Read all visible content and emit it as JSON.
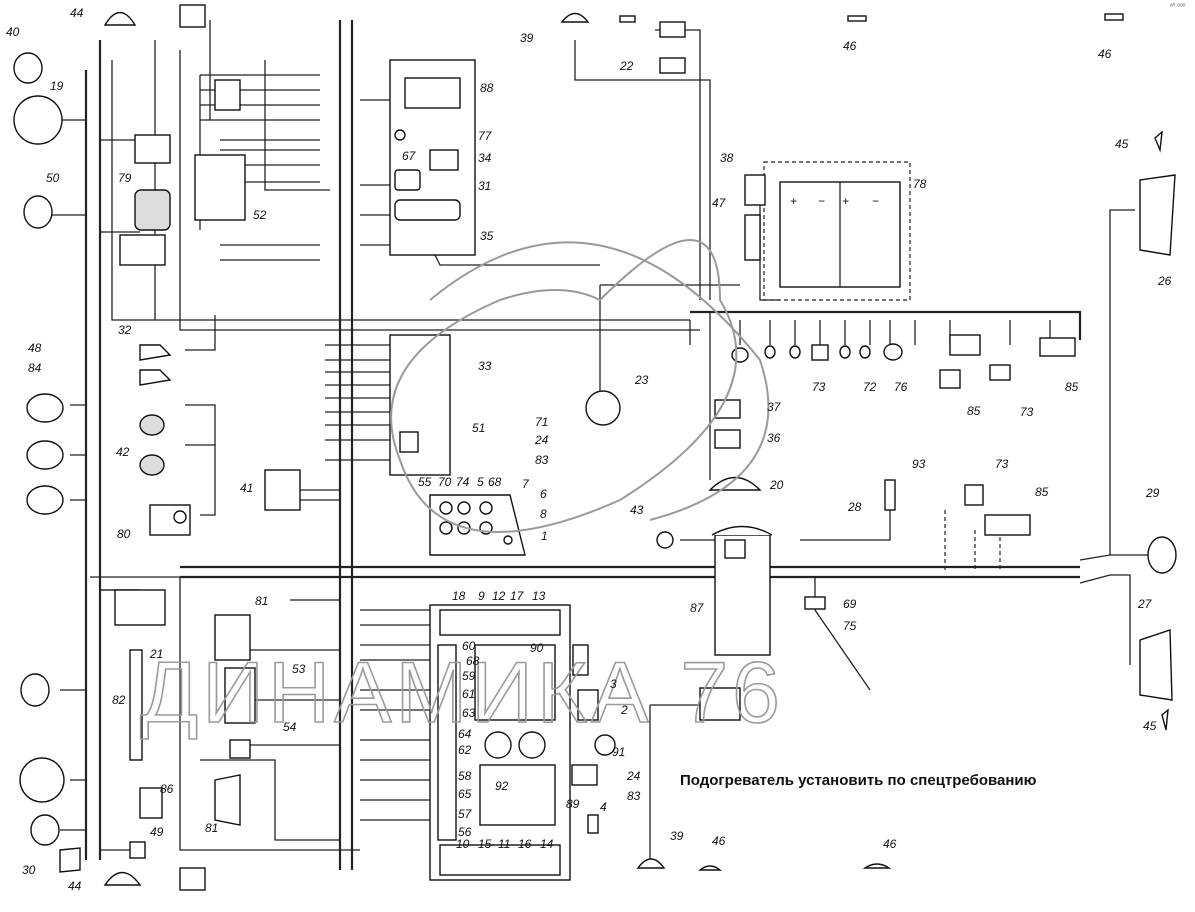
{
  "note": "Подогреватель установить по спецтребованию",
  "watermark": "ДИНАМИКА 76",
  "corner_mark": "ᵃ⁰ ᵒᵒᵒ",
  "labels": {
    "n1": "1",
    "n2": "2",
    "n3": "3",
    "n4": "4",
    "n5": "5",
    "n6": "6",
    "n7": "7",
    "n8": "8",
    "n9": "9",
    "n10": "10",
    "n11": "11",
    "n12": "12",
    "n13": "13",
    "n14": "14",
    "n15": "15",
    "n16": "16",
    "n17": "17",
    "n18": "18",
    "n19": "19",
    "n20": "20",
    "n21": "21",
    "n22": "22",
    "n23": "23",
    "n24a": "24",
    "n24b": "24",
    "n26": "26",
    "n27": "27",
    "n28": "28",
    "n29": "29",
    "n30": "30",
    "n31": "31",
    "n32": "32",
    "n33": "33",
    "n34": "34",
    "n35": "35",
    "n36": "36",
    "n37": "37",
    "n38": "38",
    "n39a": "39",
    "n39b": "39",
    "n40": "40",
    "n41": "41",
    "n42": "42",
    "n43": "43",
    "n44a": "44",
    "n44b": "44",
    "n45a": "45",
    "n45b": "45",
    "n46a": "46",
    "n46b": "46",
    "n46c": "46",
    "n46d": "46",
    "n47": "47",
    "n48": "48",
    "n49": "49",
    "n50": "50",
    "n51": "51",
    "n52": "52",
    "n53": "53",
    "n54": "54",
    "n55": "55",
    "n56": "56",
    "n57": "57",
    "n58": "58",
    "n59": "59",
    "n60": "60",
    "n61": "61",
    "n62": "62",
    "n63": "63",
    "n64": "64",
    "n65": "65",
    "n67": "67",
    "n68a": "68",
    "n68b": "68",
    "n69": "69",
    "n70": "70",
    "n71": "71",
    "n72": "72",
    "n73a": "73",
    "n73b": "73",
    "n73c": "73",
    "n74": "74",
    "n75": "75",
    "n76": "76",
    "n77": "77",
    "n78": "78",
    "n79": "79",
    "n80": "80",
    "n81a": "81",
    "n81b": "81",
    "n82": "82",
    "n83a": "83",
    "n83b": "83",
    "n84": "84",
    "n85a": "85",
    "n85b": "85",
    "n85c": "85",
    "n86": "86",
    "n87": "87",
    "n88": "88",
    "n89": "89",
    "n90": "90",
    "n91": "91",
    "n92": "92",
    "n93": "93"
  }
}
